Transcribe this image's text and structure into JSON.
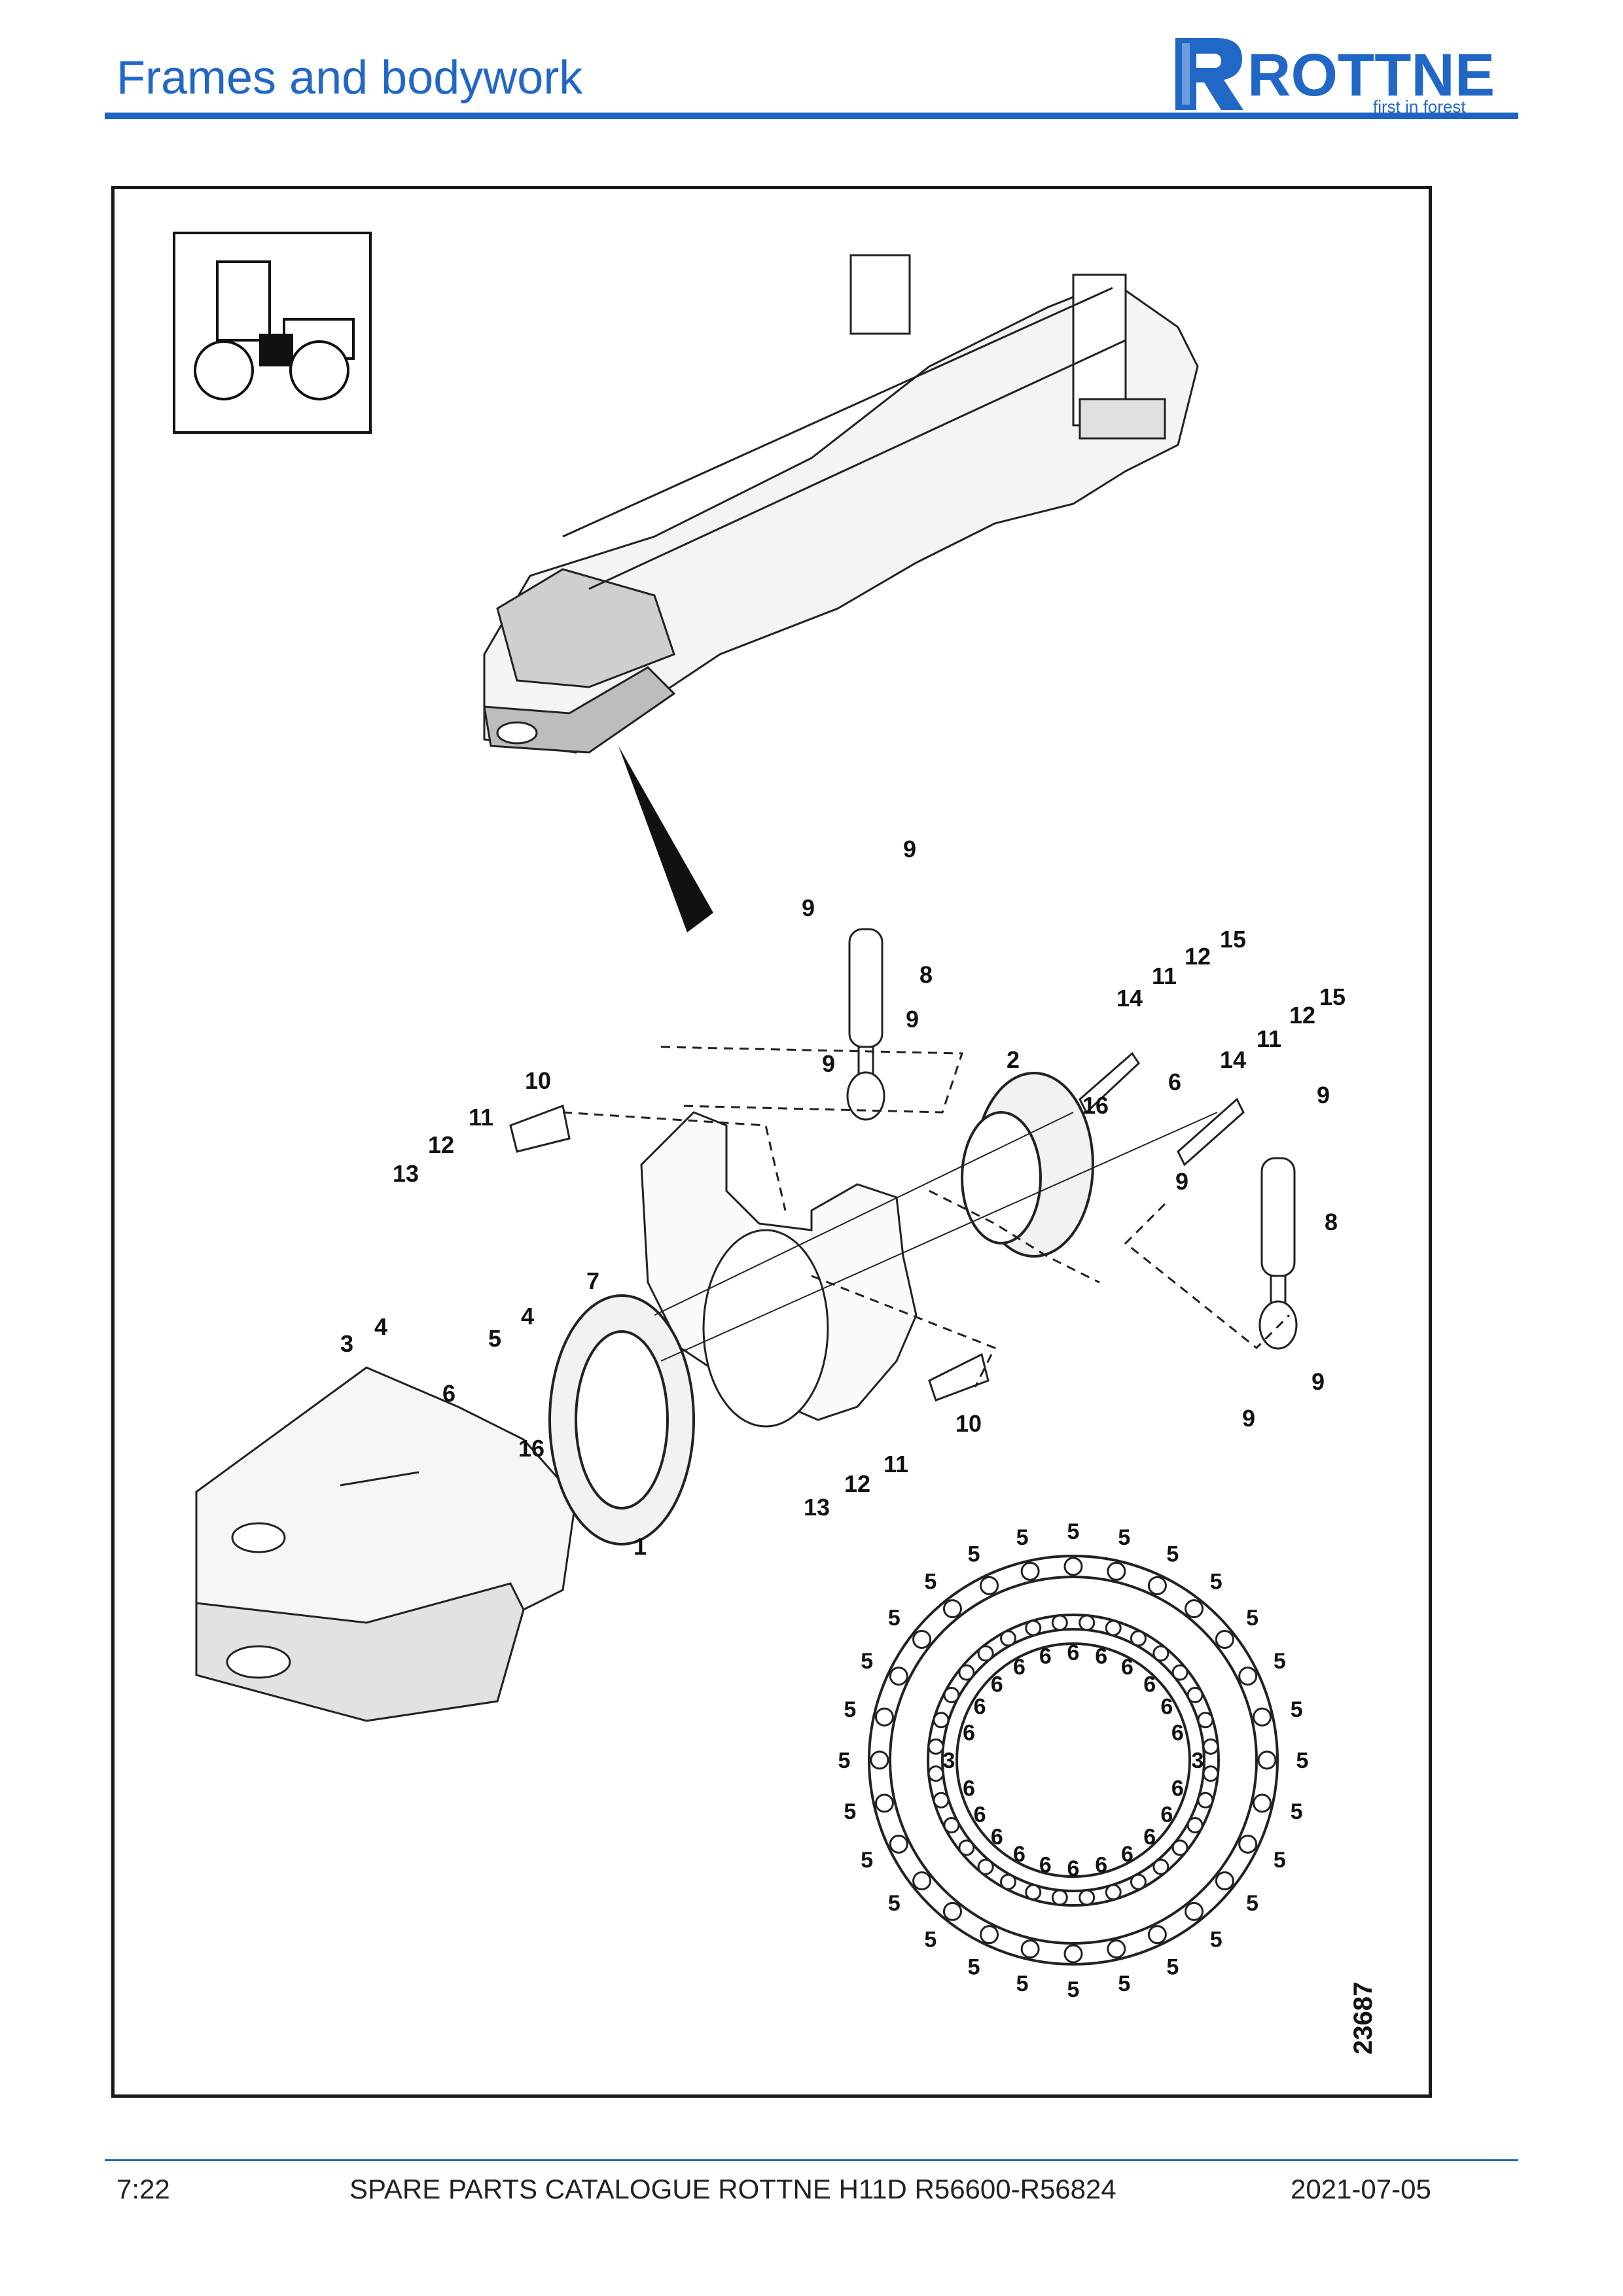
{
  "header": {
    "title": "Frames and bodywork",
    "brand": {
      "name": "ROTTNE",
      "tagline": "first in forest",
      "color": "#2167c6"
    }
  },
  "figure": {
    "figure_number": "23687",
    "callouts": {
      "exploded": [
        "9",
        "9",
        "8",
        "9",
        "9",
        "2",
        "6",
        "16",
        "14",
        "11",
        "12",
        "15",
        "14",
        "11",
        "12",
        "15",
        "10",
        "11",
        "12",
        "13",
        "9",
        "9",
        "8",
        "9",
        "9",
        "7",
        "4",
        "3",
        "4",
        "5",
        "6",
        "16",
        "1",
        "10",
        "11",
        "12",
        "13"
      ],
      "ring_outer": "5",
      "ring_inner": "6",
      "ring_key": "3"
    }
  },
  "footer": {
    "page": "7:22",
    "catalogue": "SPARE PARTS CATALOGUE ROTTNE H11D R56600-R56824",
    "date": "2021-07-05"
  }
}
